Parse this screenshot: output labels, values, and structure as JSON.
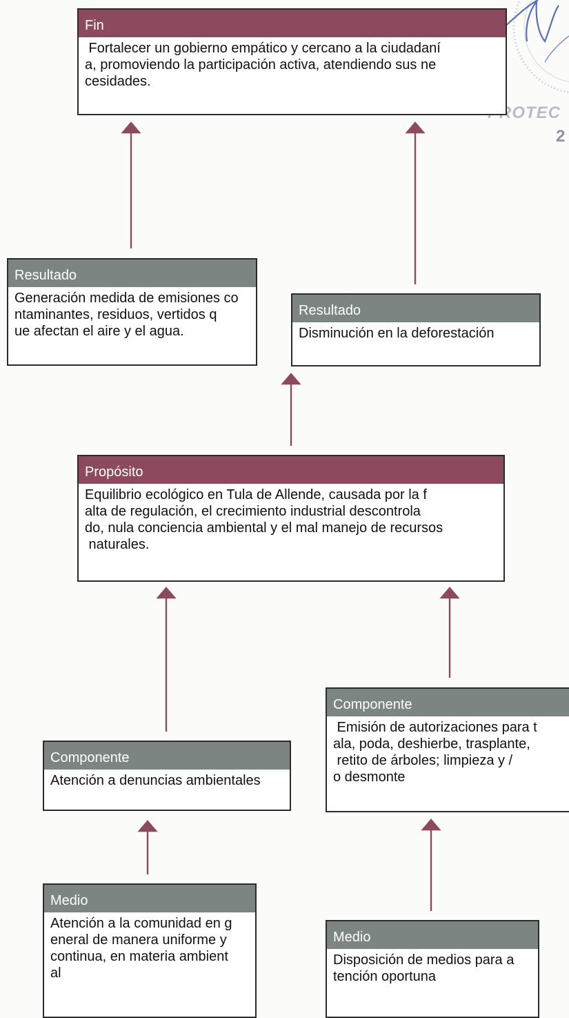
{
  "colors": {
    "maroon": "#8b4a5e",
    "gray": "#7c8581",
    "arrow": "#8b4a5e",
    "stamp": "#5a6cb8"
  },
  "fin": {
    "header": "Fin",
    "text": " Fortalecer un gobierno empático y cercano a la ciudadaní\na, promoviendo la participación activa, atendiendo sus ne\ncesidades."
  },
  "resultado_1": {
    "header": "Resultado",
    "text": "Generación medida de emisiones co\nntaminantes, residuos, vertidos q\nue afectan el aire y el agua."
  },
  "resultado_2": {
    "header": "Resultado",
    "text": "Disminución en la deforestación"
  },
  "proposito": {
    "header": "Propósito",
    "text": "Equilibrio ecológico en Tula de Allende, causada por la f\nalta de regulación, el crecimiento industrial descontrola\ndo, nula conciencia ambiental y el mal manejo de recursos\n naturales."
  },
  "componente_1": {
    "header": "Componente",
    "text": "Atención a denuncias ambientales"
  },
  "componente_2": {
    "header": "Componente",
    "text": " Emisión de autorizaciones para t\nala, poda, deshierbe, trasplante,\n retito de árboles; limpieza y /\no desmonte"
  },
  "medio_1": {
    "header": "Medio",
    "text": "Atención a la comunidad en g\neneral de manera uniforme y\ncontinua, en materia ambient\nal"
  },
  "medio_2": {
    "header": "Medio",
    "text": "Disposición de medios para a\ntención oportuna"
  },
  "stamp": {
    "text_1": "PROTEC",
    "text_2": "2"
  }
}
